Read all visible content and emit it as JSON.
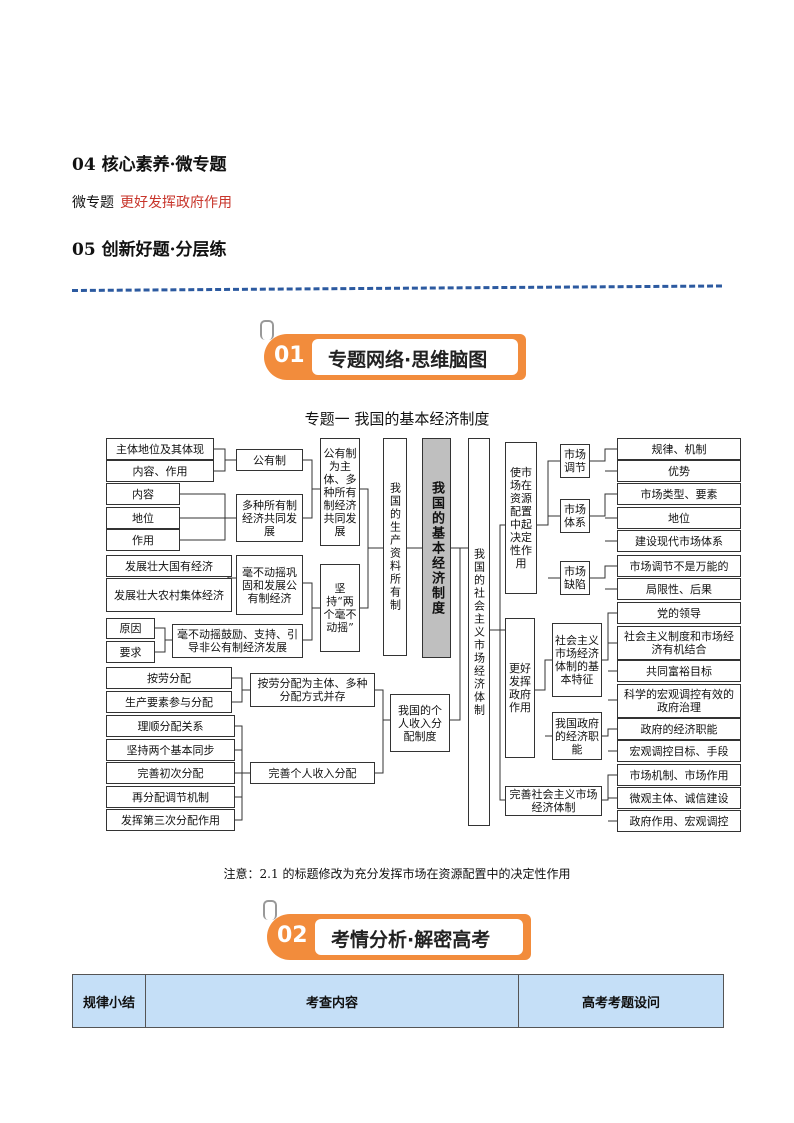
{
  "sections": {
    "s04": "04 核心素养·微专题",
    "sub_prefix": "微专题",
    "sub_title": "更好发挥政府作用",
    "s05": "05 创新好题·分层练"
  },
  "banner1": {
    "num": "01",
    "title": "专题网络·思维脑图"
  },
  "banner2": {
    "num": "02",
    "title": "考情分析·解密高考"
  },
  "mindmap": {
    "title": "专题一  我国的基本经济制度",
    "center": "我国的基本经济制度",
    "left": {
      "l1": "主体地位及其体现",
      "l2": "内容、作用",
      "l3": "内容",
      "l4": "地位",
      "l5": "作用",
      "l6": "发展壮大国有经济",
      "l7": "发展壮大农村集体经济",
      "l8": "原因",
      "l9": "要求",
      "l10": "按劳分配",
      "l11": "生产要素参与分配",
      "l12": "理顺分配关系",
      "l13": "坚持两个基本同步",
      "l14": "完善初次分配",
      "l15": "再分配调节机制",
      "l16": "发挥第三次分配作用",
      "m1": "公有制",
      "m2": "多种所有制经济共同发展",
      "m3": "毫不动摇巩固和发展公有制经济",
      "m4": "毫不动摇鼓励、支持、引导非公有制经济发展",
      "m5": "按劳分配为主体、多种分配方式并存",
      "m6": "完善个人收入分配",
      "n1": "公有制为主体、多种所有制经济共同发展",
      "n2": "坚持“两个毫不动摇”",
      "o1": "我国的生产资料所有制",
      "o2": "我国的个人收入分配制度"
    },
    "right": {
      "r0": "我国的社会主义市场经济体制",
      "a1": "使市场在资源配置中起决定性作用",
      "a2": "更好发挥政府作用",
      "a3": "完善社会主义市场经济体制",
      "b1": "市场调节",
      "b2": "市场体系",
      "b3": "市场缺陷",
      "b4": "社会主义市场经济体制的基本特征",
      "b5": "我国政府的经济职能",
      "c1": "规律、机制",
      "c2": "优势",
      "c3": "市场类型、要素",
      "c4": "地位",
      "c5": "建设现代市场体系",
      "c6": "市场调节不是万能的",
      "c7": "局限性、后果",
      "c8": "党的领导",
      "c9": "社会主义制度和市场经济有机结合",
      "c10": "共同富裕目标",
      "c11": "科学的宏观调控有效的政府治理",
      "c12": "政府的经济职能",
      "c13": "宏观调控目标、手段",
      "c14": "市场机制、市场作用",
      "c15": "微观主体、诚信建设",
      "c16": "政府作用、宏观调控"
    }
  },
  "note": "注意：2.1 的标题修改为充分发挥市场在资源配置中的决定性作用",
  "table": {
    "h1": "规律小结",
    "h2": "考查内容",
    "h3": "高考考题设问"
  }
}
